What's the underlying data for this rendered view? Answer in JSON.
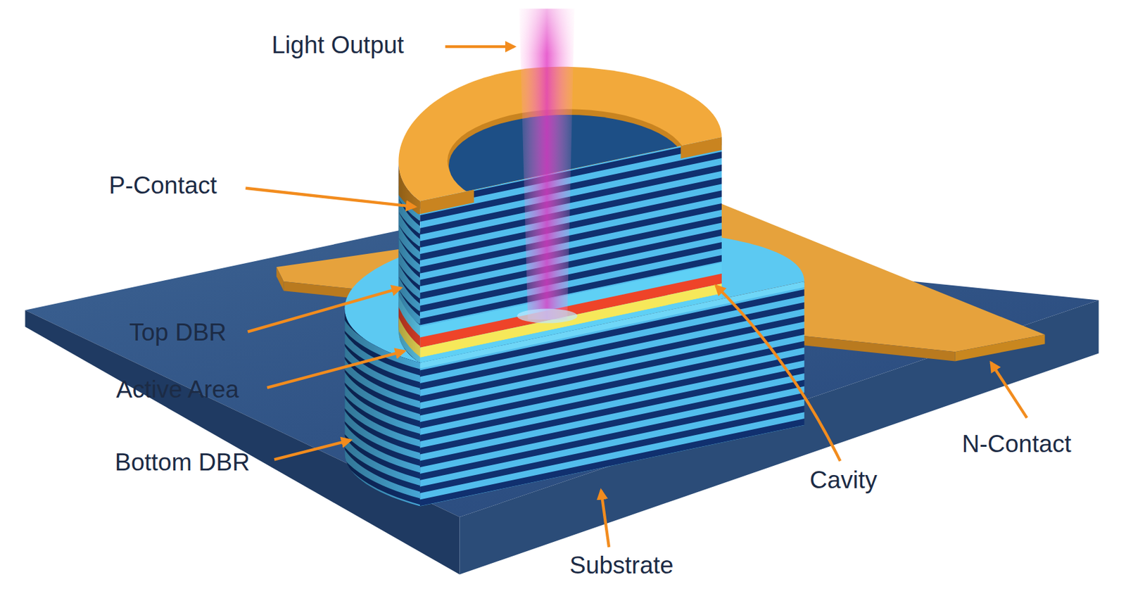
{
  "diagram": {
    "labels": [
      "Light Output",
      "P-Contact",
      "Top DBR",
      "Active Area",
      "Bottom DBR",
      "Cavity",
      "N-Contact",
      "Substrate"
    ]
  }
}
